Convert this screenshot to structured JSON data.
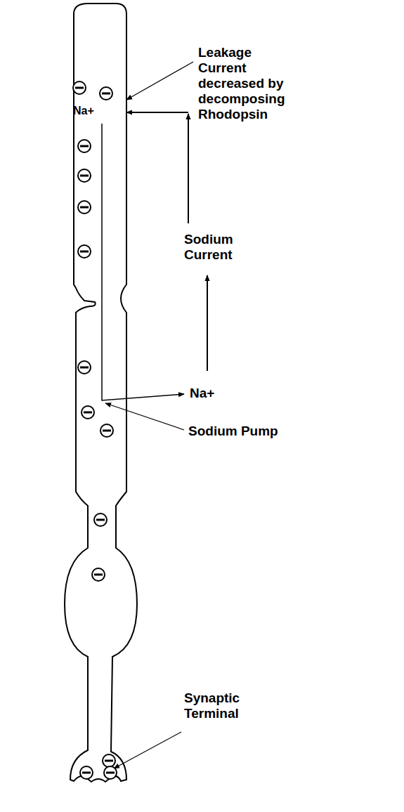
{
  "diagram": {
    "labels": [
      "Leakage Current decreased by decomposing Rhodopsin",
      "Na+",
      "Sodium Current",
      "Na+",
      "Sodium Pump",
      "Synaptic Terminal"
    ]
  }
}
